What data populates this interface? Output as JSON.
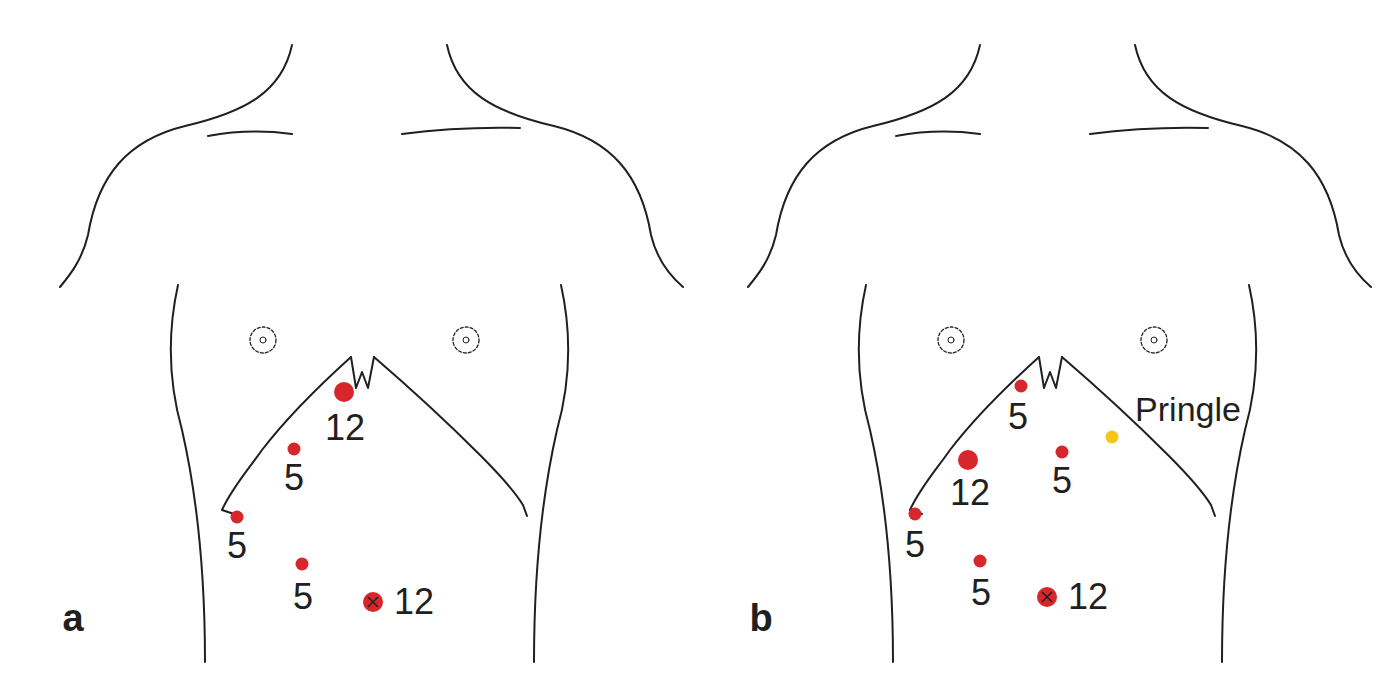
{
  "diagram": {
    "labels": [
      "12",
      "5",
      "5",
      "5",
      "12",
      "a",
      "5",
      "Pringle",
      "12",
      "5",
      "5",
      "5",
      "12",
      "b"
    ]
  }
}
